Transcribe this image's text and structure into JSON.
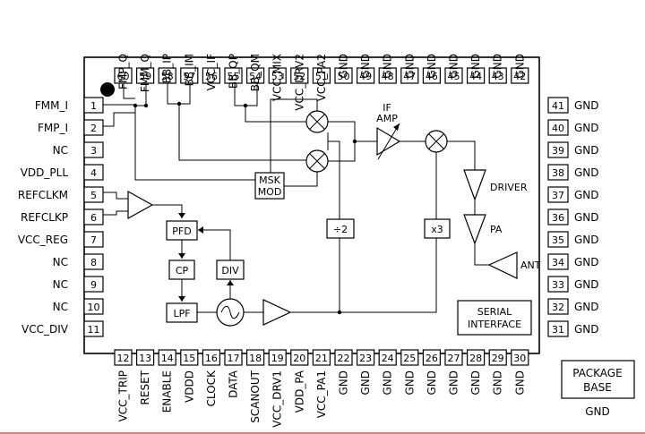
{
  "pins": {
    "top": [
      {
        "num": "60",
        "name": "FMP_Q"
      },
      {
        "num": "59",
        "name": "FMM_Q"
      },
      {
        "num": "58",
        "name": "BB_IP"
      },
      {
        "num": "57",
        "name": "BB_IM"
      },
      {
        "num": "56",
        "name": "VCC_IF"
      },
      {
        "num": "55",
        "name": "BB_QP"
      },
      {
        "num": "54",
        "name": "BB_QM"
      },
      {
        "num": "53",
        "name": "VCC_MIX"
      },
      {
        "num": "52",
        "name": "VCC_DRV2"
      },
      {
        "num": "51",
        "name": "VCC_PA2"
      },
      {
        "num": "50",
        "name": "GND"
      },
      {
        "num": "49",
        "name": "GND"
      },
      {
        "num": "48",
        "name": "GND"
      },
      {
        "num": "47",
        "name": "GND"
      },
      {
        "num": "46",
        "name": "GND"
      },
      {
        "num": "45",
        "name": "GND"
      },
      {
        "num": "44",
        "name": "GND"
      },
      {
        "num": "43",
        "name": "GND"
      },
      {
        "num": "42",
        "name": "GND"
      }
    ],
    "bottom": [
      {
        "num": "12",
        "name": "VCC_TRIP"
      },
      {
        "num": "13",
        "name": "RESET"
      },
      {
        "num": "14",
        "name": "ENABLE"
      },
      {
        "num": "15",
        "name": "VDDD"
      },
      {
        "num": "16",
        "name": "CLOCK"
      },
      {
        "num": "17",
        "name": "DATA"
      },
      {
        "num": "18",
        "name": "SCANOUT"
      },
      {
        "num": "19",
        "name": "VCC_DRV1"
      },
      {
        "num": "20",
        "name": "VDD_PA"
      },
      {
        "num": "21",
        "name": "VCC_PA1"
      },
      {
        "num": "22",
        "name": "GND"
      },
      {
        "num": "23",
        "name": "GND"
      },
      {
        "num": "24",
        "name": "GND"
      },
      {
        "num": "25",
        "name": "GND"
      },
      {
        "num": "26",
        "name": "GND"
      },
      {
        "num": "27",
        "name": "GND"
      },
      {
        "num": "28",
        "name": "GND"
      },
      {
        "num": "29",
        "name": "GND"
      },
      {
        "num": "30",
        "name": "GND"
      }
    ],
    "left": [
      {
        "num": "1",
        "name": "FMM_I"
      },
      {
        "num": "2",
        "name": "FMP_I"
      },
      {
        "num": "3",
        "name": "NC"
      },
      {
        "num": "4",
        "name": "VDD_PLL"
      },
      {
        "num": "5",
        "name": "REFCLKM"
      },
      {
        "num": "6",
        "name": "REFCLKP"
      },
      {
        "num": "7",
        "name": "VCC_REG"
      },
      {
        "num": "8",
        "name": "NC"
      },
      {
        "num": "9",
        "name": "NC"
      },
      {
        "num": "10",
        "name": "NC"
      },
      {
        "num": "11",
        "name": "VCC_DIV"
      }
    ],
    "right": [
      {
        "num": "41",
        "name": "GND"
      },
      {
        "num": "40",
        "name": "GND"
      },
      {
        "num": "39",
        "name": "GND"
      },
      {
        "num": "38",
        "name": "GND"
      },
      {
        "num": "37",
        "name": "GND"
      },
      {
        "num": "36",
        "name": "GND"
      },
      {
        "num": "35",
        "name": "GND"
      },
      {
        "num": "34",
        "name": "GND"
      },
      {
        "num": "33",
        "name": "GND"
      },
      {
        "num": "32",
        "name": "GND"
      },
      {
        "num": "31",
        "name": "GND"
      }
    ]
  },
  "blocks": {
    "msk_mod": [
      "MSK",
      "MOD"
    ],
    "if_amp": [
      "IF",
      "AMP"
    ],
    "driver": "DRIVER",
    "pa": "PA",
    "ant": "ANT",
    "pfd": "PFD",
    "cp": "CP",
    "lpf": "LPF",
    "div": "DIV",
    "div2": "÷2",
    "x3": "x3",
    "serial": [
      "SERIAL",
      "INTERFACE"
    ]
  },
  "package": {
    "label": [
      "PACKAGE",
      "BASE"
    ],
    "gnd": "GND"
  },
  "colors": {
    "line": "#000000",
    "bottom_rule": "#d9534f"
  }
}
